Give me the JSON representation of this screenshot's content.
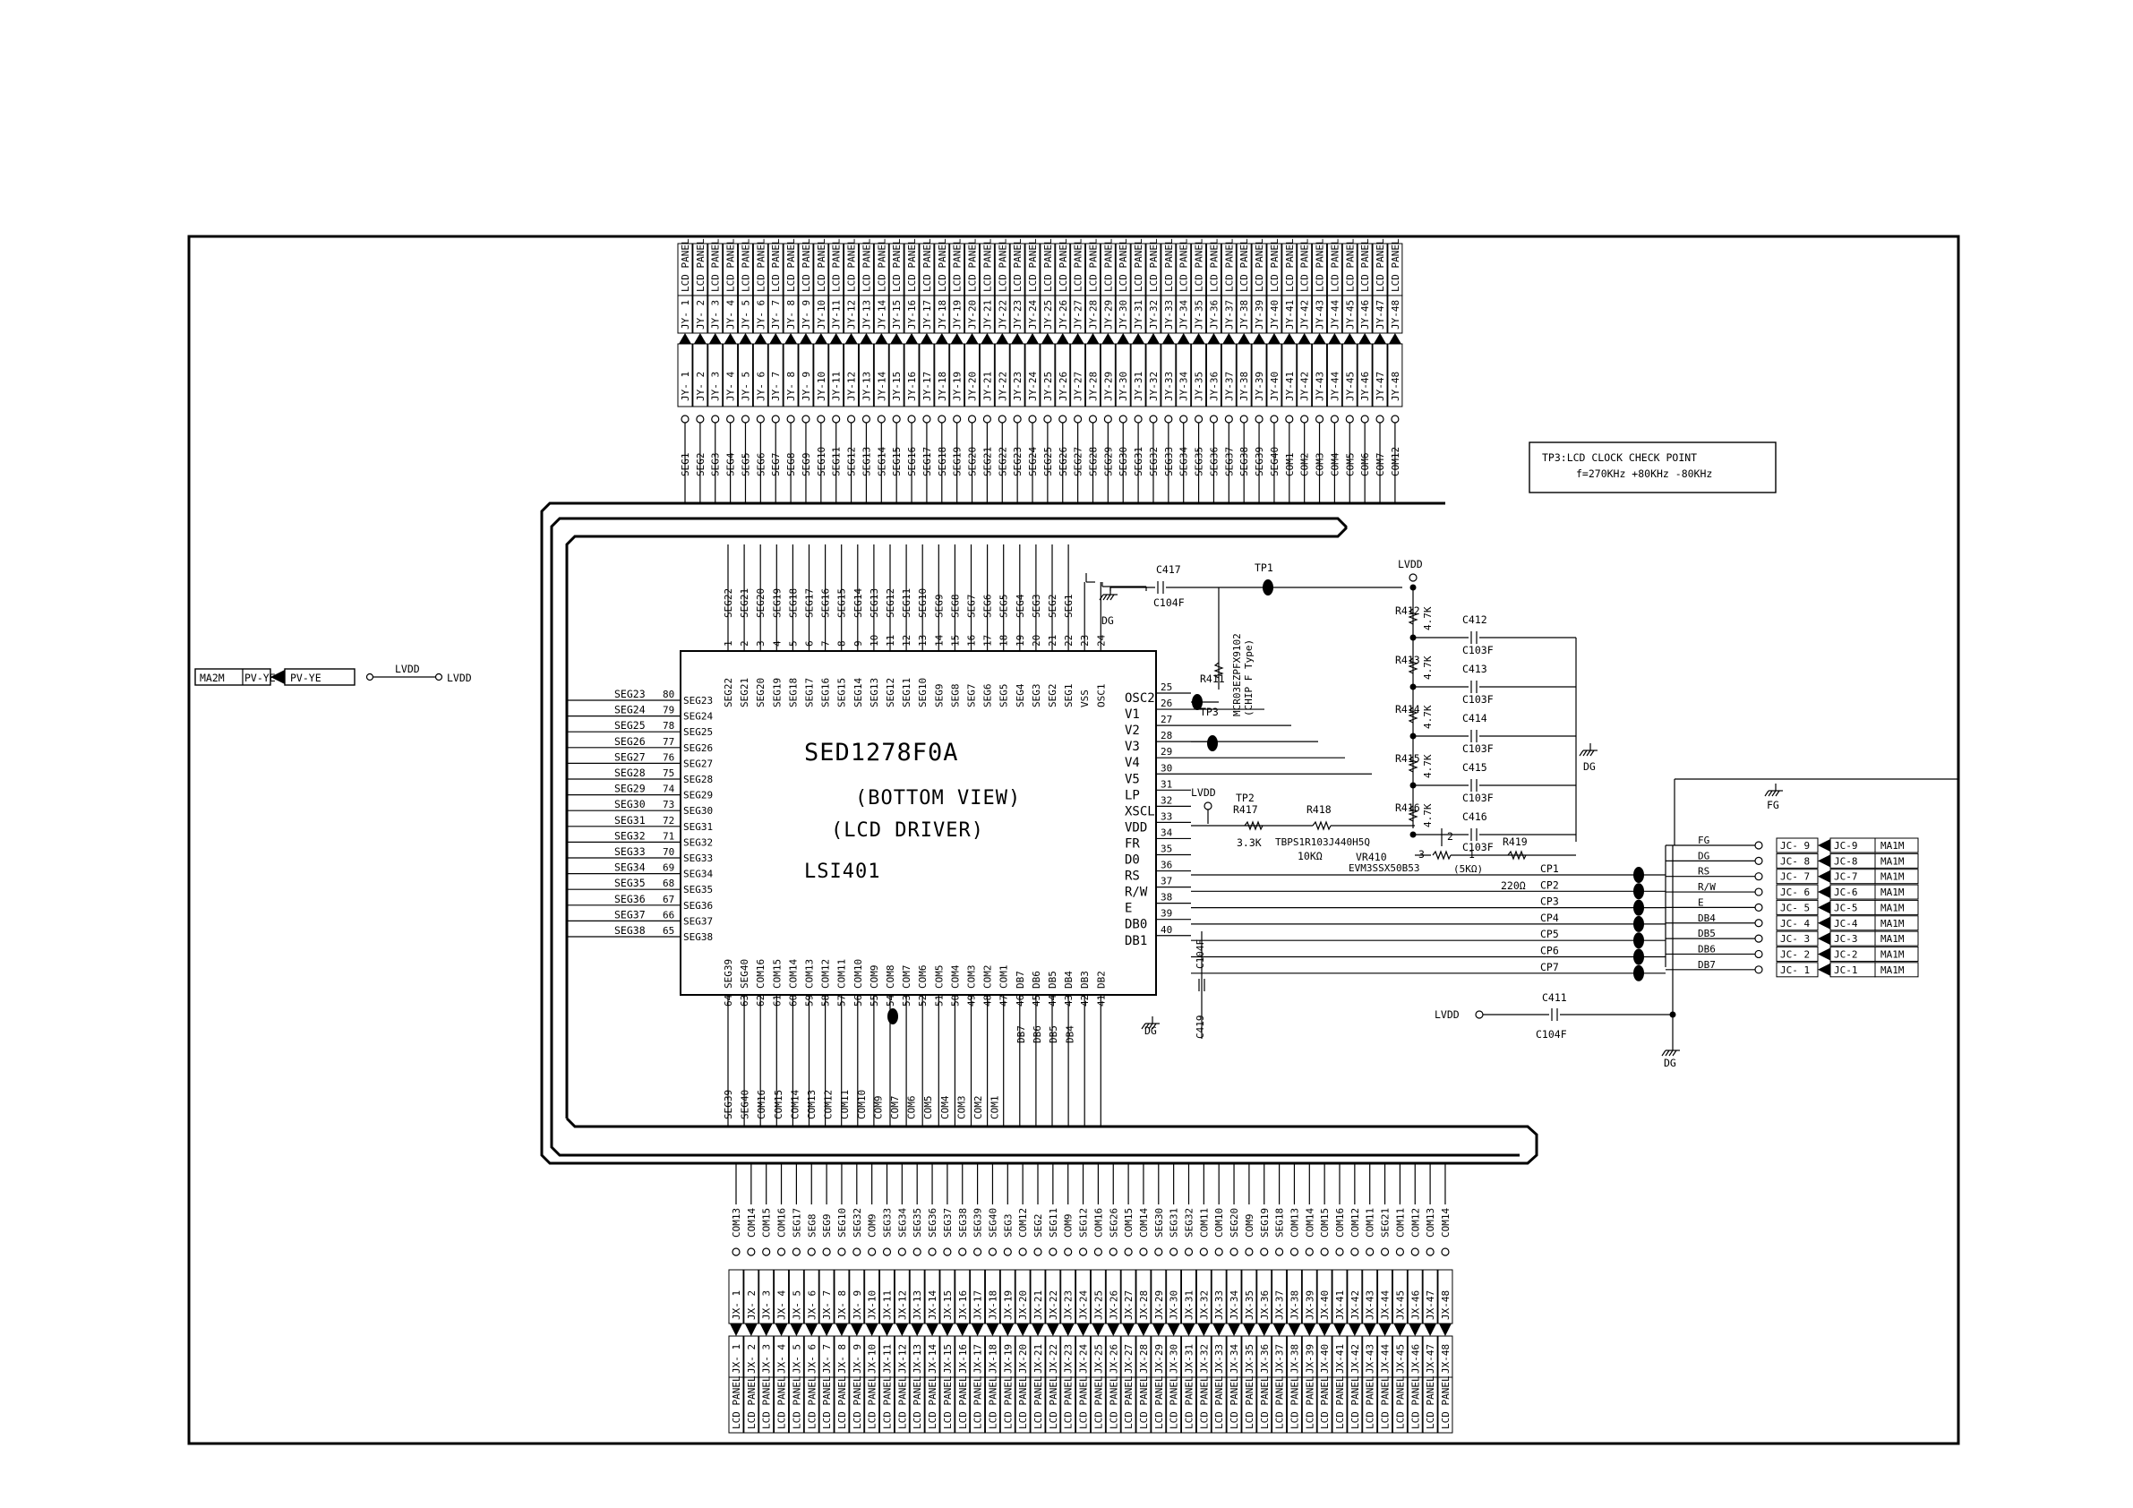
{
  "chip": {
    "part": "SED1278F0A",
    "view": "(BOTTOM VIEW)",
    "role": "(LCD DRIVER)",
    "ref": "LSI401"
  },
  "note": {
    "line1": "TP3:LCD CLOCK CHECK POINT",
    "line2": "f=270KHz +80KHz -80KHz"
  },
  "top_connector": {
    "tag": "LCD PANEL",
    "pins": [
      "JY- 1",
      "JY- 2",
      "JY- 3",
      "JY- 4",
      "JY- 5",
      "JY- 6",
      "JY- 7",
      "JY- 8",
      "JY- 9",
      "JY-10",
      "JY-11",
      "JY-12",
      "JY-13",
      "JY-14",
      "JY-15",
      "JY-16",
      "JY-17",
      "JY-18",
      "JY-19",
      "JY-20",
      "JY-21",
      "JY-22",
      "JY-23",
      "JY-24",
      "JY-25",
      "JY-26",
      "JY-27",
      "JY-28",
      "JY-29",
      "JY-30",
      "JY-31",
      "JY-32",
      "JY-33",
      "JY-34",
      "JY-35",
      "JY-36",
      "JY-37",
      "JY-38",
      "JY-39",
      "JY-40",
      "JY-41",
      "JY-42",
      "JY-43",
      "JY-44",
      "JY-45",
      "JY-46",
      "JY-47",
      "JY-48"
    ],
    "nets": [
      "SEG1",
      "SEG2",
      "SEG3",
      "SEG4",
      "SEG5",
      "SEG6",
      "SEG7",
      "SEG8",
      "SEG9",
      "SEG10",
      "SEG11",
      "SEG12",
      "SEG13",
      "SEG14",
      "SEG15",
      "SEG16",
      "SEG17",
      "SEG18",
      "SEG19",
      "SEG20",
      "SEG21",
      "SEG22",
      "SEG23",
      "SEG24",
      "SEG25",
      "SEG26",
      "SEG27",
      "SEG28",
      "SEG29",
      "SEG30",
      "SEG31",
      "SEG32",
      "SEG33",
      "SEG34",
      "SEG35",
      "SEG36",
      "SEG37",
      "SEG38",
      "SEG39",
      "SEG40",
      "COM1",
      "COM2",
      "COM3",
      "COM4",
      "COM5",
      "COM6",
      "COM7",
      "COM12"
    ]
  },
  "bottom_connector": {
    "tag": "LCD PANEL",
    "pins": [
      "JX- 1",
      "JX- 2",
      "JX- 3",
      "JX- 4",
      "JX- 5",
      "JX- 6",
      "JX- 7",
      "JX- 8",
      "JX- 9",
      "JX-10",
      "JX-11",
      "JX-12",
      "JX-13",
      "JX-14",
      "JX-15",
      "JX-16",
      "JX-17",
      "JX-18",
      "JX-19",
      "JX-20",
      "JX-21",
      "JX-22",
      "JX-23",
      "JX-24",
      "JX-25",
      "JX-26",
      "JX-27",
      "JX-28",
      "JX-29",
      "JX-30",
      "JX-31",
      "JX-32",
      "JX-33",
      "JX-34",
      "JX-35",
      "JX-36",
      "JX-37",
      "JX-38",
      "JX-39",
      "JX-40",
      "JX-41",
      "JX-42",
      "JX-43",
      "JX-44",
      "JX-45",
      "JX-46",
      "JX-47",
      "JX-48"
    ],
    "nets": [
      "COM13",
      "COM14",
      "COM15",
      "COM16",
      "SEG17",
      "SEG8",
      "SEG9",
      "SEG10",
      "SEG32",
      "COM9",
      "SEG33",
      "SEG34",
      "SEG35",
      "SEG36",
      "SEG37",
      "SEG38",
      "SEG39",
      "SEG40",
      "SEG3",
      "COM12",
      "SEG2",
      "SEG11",
      "COM9",
      "SEG12",
      "COM16",
      "SEG26",
      "COM15",
      "COM14",
      "SEG30",
      "SEG31",
      "SEG32",
      "COM11",
      "COM10",
      "SEG20",
      "COM9",
      "SEG19",
      "SEG18",
      "COM13",
      "COM14",
      "COM15",
      "COM16",
      "COM12",
      "COM11",
      "SEG21",
      "COM11",
      "COM12",
      "COM13",
      "COM14"
    ]
  },
  "chip_top_pins": {
    "names": [
      "SEG22",
      "SEG21",
      "SEG20",
      "SEG19",
      "SEG18",
      "SEG17",
      "SEG16",
      "SEG15",
      "SEG14",
      "SEG13",
      "SEG12",
      "SEG11",
      "SEG10",
      "SEG9",
      "SEG8",
      "SEG7",
      "SEG6",
      "SEG5",
      "SEG4",
      "SEG3",
      "SEG2",
      "SEG1",
      "VSS",
      "OSC1"
    ],
    "numbers": [
      "1",
      "2",
      "3",
      "4",
      "5",
      "6",
      "7",
      "8",
      "9",
      "10",
      "11",
      "12",
      "13",
      "14",
      "15",
      "16",
      "17",
      "18",
      "19",
      "20",
      "21",
      "22",
      "23",
      "24"
    ]
  },
  "chip_left_pins": {
    "names": [
      "SEG23",
      "SEG24",
      "SEG25",
      "SEG26",
      "SEG27",
      "SEG28",
      "SEG29",
      "SEG30",
      "SEG31",
      "SEG32",
      "SEG33",
      "SEG34",
      "SEG35",
      "SEG36",
      "SEG37",
      "SEG38"
    ],
    "numbers": [
      "80",
      "79",
      "78",
      "77",
      "76",
      "75",
      "74",
      "73",
      "72",
      "71",
      "70",
      "69",
      "68",
      "67",
      "66",
      "65"
    ]
  },
  "chip_right_pins": {
    "names": [
      "OSC2",
      "V1",
      "V2",
      "V3",
      "V4",
      "V5",
      "LP",
      "XSCL",
      "VDD",
      "FR",
      "D0",
      "RS",
      "R/W",
      "E",
      "DB0",
      "DB1"
    ],
    "numbers": [
      "25",
      "26",
      "27",
      "28",
      "29",
      "30",
      "31",
      "32",
      "33",
      "34",
      "35",
      "36",
      "37",
      "38",
      "39",
      "40"
    ]
  },
  "chip_bottom_pins": {
    "names": [
      "SEG39",
      "SEG40",
      "COM16",
      "COM15",
      "COM14",
      "COM13",
      "COM12",
      "COM11",
      "COM10",
      "COM9",
      "COM8",
      "COM7",
      "COM6",
      "COM5",
      "COM4",
      "COM3",
      "COM2",
      "COM1",
      "DB7",
      "DB6",
      "DB5",
      "DB4",
      "DB3",
      "DB2"
    ],
    "numbers": [
      "64",
      "63",
      "62",
      "61",
      "60",
      "59",
      "58",
      "57",
      "56",
      "55",
      "54",
      "53",
      "52",
      "51",
      "50",
      "49",
      "48",
      "47",
      "46",
      "45",
      "44",
      "43",
      "42",
      "41"
    ]
  },
  "bus_bottom_labels": [
    "SEG39",
    "SEG40",
    "COM16",
    "COM15",
    "COM14",
    "COM13",
    "COM12",
    "COM11",
    "COM10",
    "COM9",
    "COM7",
    "COM6",
    "COM5",
    "COM4",
    "COM3",
    "COM2",
    "COM1"
  ],
  "bus_db_labels": [
    "DB7",
    "DB6",
    "DB5",
    "DB4"
  ],
  "jc_connector": {
    "pins": [
      "JC- 9",
      "JC- 8",
      "JC- 7",
      "JC- 6",
      "JC- 5",
      "JC- 4",
      "JC- 3",
      "JC- 2",
      "JC- 1"
    ],
    "mates": [
      "JC-9",
      "JC-8",
      "JC-7",
      "JC-6",
      "JC-5",
      "JC-4",
      "JC-3",
      "JC-2",
      "JC-1"
    ],
    "tag": "MA1M",
    "signals": [
      "FG",
      "DG",
      "RS",
      "R/W",
      "E",
      "DB4",
      "DB5",
      "DB6",
      "DB7"
    ],
    "cp": [
      "CP1",
      "CP2",
      "CP3",
      "CP4",
      "CP5",
      "CP6",
      "CP7"
    ]
  },
  "power_conn": {
    "a": "MA2M",
    "b": "PV-YE",
    "c": "PV-YE",
    "lvdd": "LVDD",
    "lvdd2": "LVDD"
  },
  "components": {
    "c417": "C417",
    "c417v": "C104F",
    "tp1": "TP1",
    "dg": "DG",
    "lvdd": "LVDD",
    "r411": "R411",
    "r411v": "MCR03EZPFX9102",
    "r411t": "(CHIP F Type)",
    "tp3": "TP3",
    "r412": "R412",
    "r413": "R413",
    "r414": "R414",
    "r415": "R415",
    "r416": "R416",
    "rv": "4.7K",
    "c412": "C412",
    "c413": "C413",
    "c414": "C414",
    "c415": "C415",
    "c416": "C416",
    "cv": "C103F",
    "tp2": "TP2",
    "r417": "R417",
    "r417v": "3.3K",
    "r418": "R418",
    "r418p": "TBPS1R103J440H5Q",
    "r418v": "10KΩ",
    "vr410": "VR410",
    "vr410p": "EVM3SSX50B53",
    "vr410v": "(5KΩ)",
    "r419": "R419",
    "r419v": "220Ω",
    "c419": "C419",
    "c419v": "C104F",
    "c411": "C411",
    "c411v": "C104F",
    "lvdd3": "LVDD",
    "fg": "FG",
    "p1": "1",
    "p2": "2",
    "p3": "3"
  }
}
